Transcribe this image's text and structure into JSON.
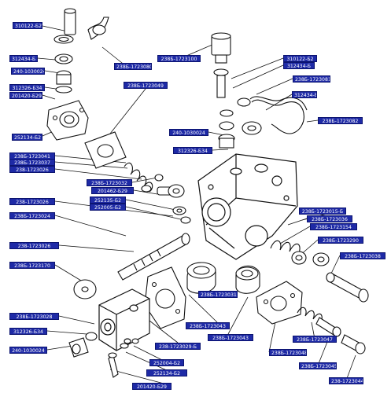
{
  "labels": {
    "l01": "310122-Б2",
    "l02": "312434-Б",
    "l03": "240-1030024",
    "l04": "312326-Б34",
    "l05": "201420-Б29",
    "l06": "252134-Б2",
    "l07": "238Б-1723080",
    "l08": "238Б-1723100",
    "l09": "238Б-1723049",
    "l10": "310122-Б2",
    "l11": "312434-Б",
    "l12": "238Б-1723081",
    "l13": "312434-Б",
    "l14": "238Б-1723082",
    "l15": "240-1030024",
    "l16": "312326-Б34",
    "l17": "238Б-1723041",
    "l18": "238Б-1723037",
    "l19": "238-1723026",
    "l20": "238Б-1723032",
    "l21": "201462-Б29",
    "l22": "238-1723026",
    "l23": "252135-Б2",
    "l24": "252005-Б2",
    "l25": "238Б-1723024",
    "l26": "238Б-1723015-Б",
    "l27": "238Б-1723036",
    "l28": "238Б-1723154",
    "l29": "238Б-1723290",
    "l30": "238-1723026",
    "l31": "238Б-1723038",
    "l32": "238Б-1723170",
    "l33": "238Б-1723031",
    "l34": "238Б-1723028",
    "l35": "312326-Б34",
    "l36": "238Б-1723043",
    "l37": "238Б-1723043",
    "l38": "238-1723029-Б",
    "l39": "238Б-1723048",
    "l40": "238Б-1723047",
    "l41": "240-1030024",
    "l42": "252004-Б2",
    "l43": "252134-Б2",
    "l44": "238Б-1723045",
    "l45": "238-1723044",
    "l46": "201420-Б29"
  },
  "colors": {
    "label_bg": "#1e2aa6",
    "label_text": "#ffffff",
    "line": "#111111"
  }
}
